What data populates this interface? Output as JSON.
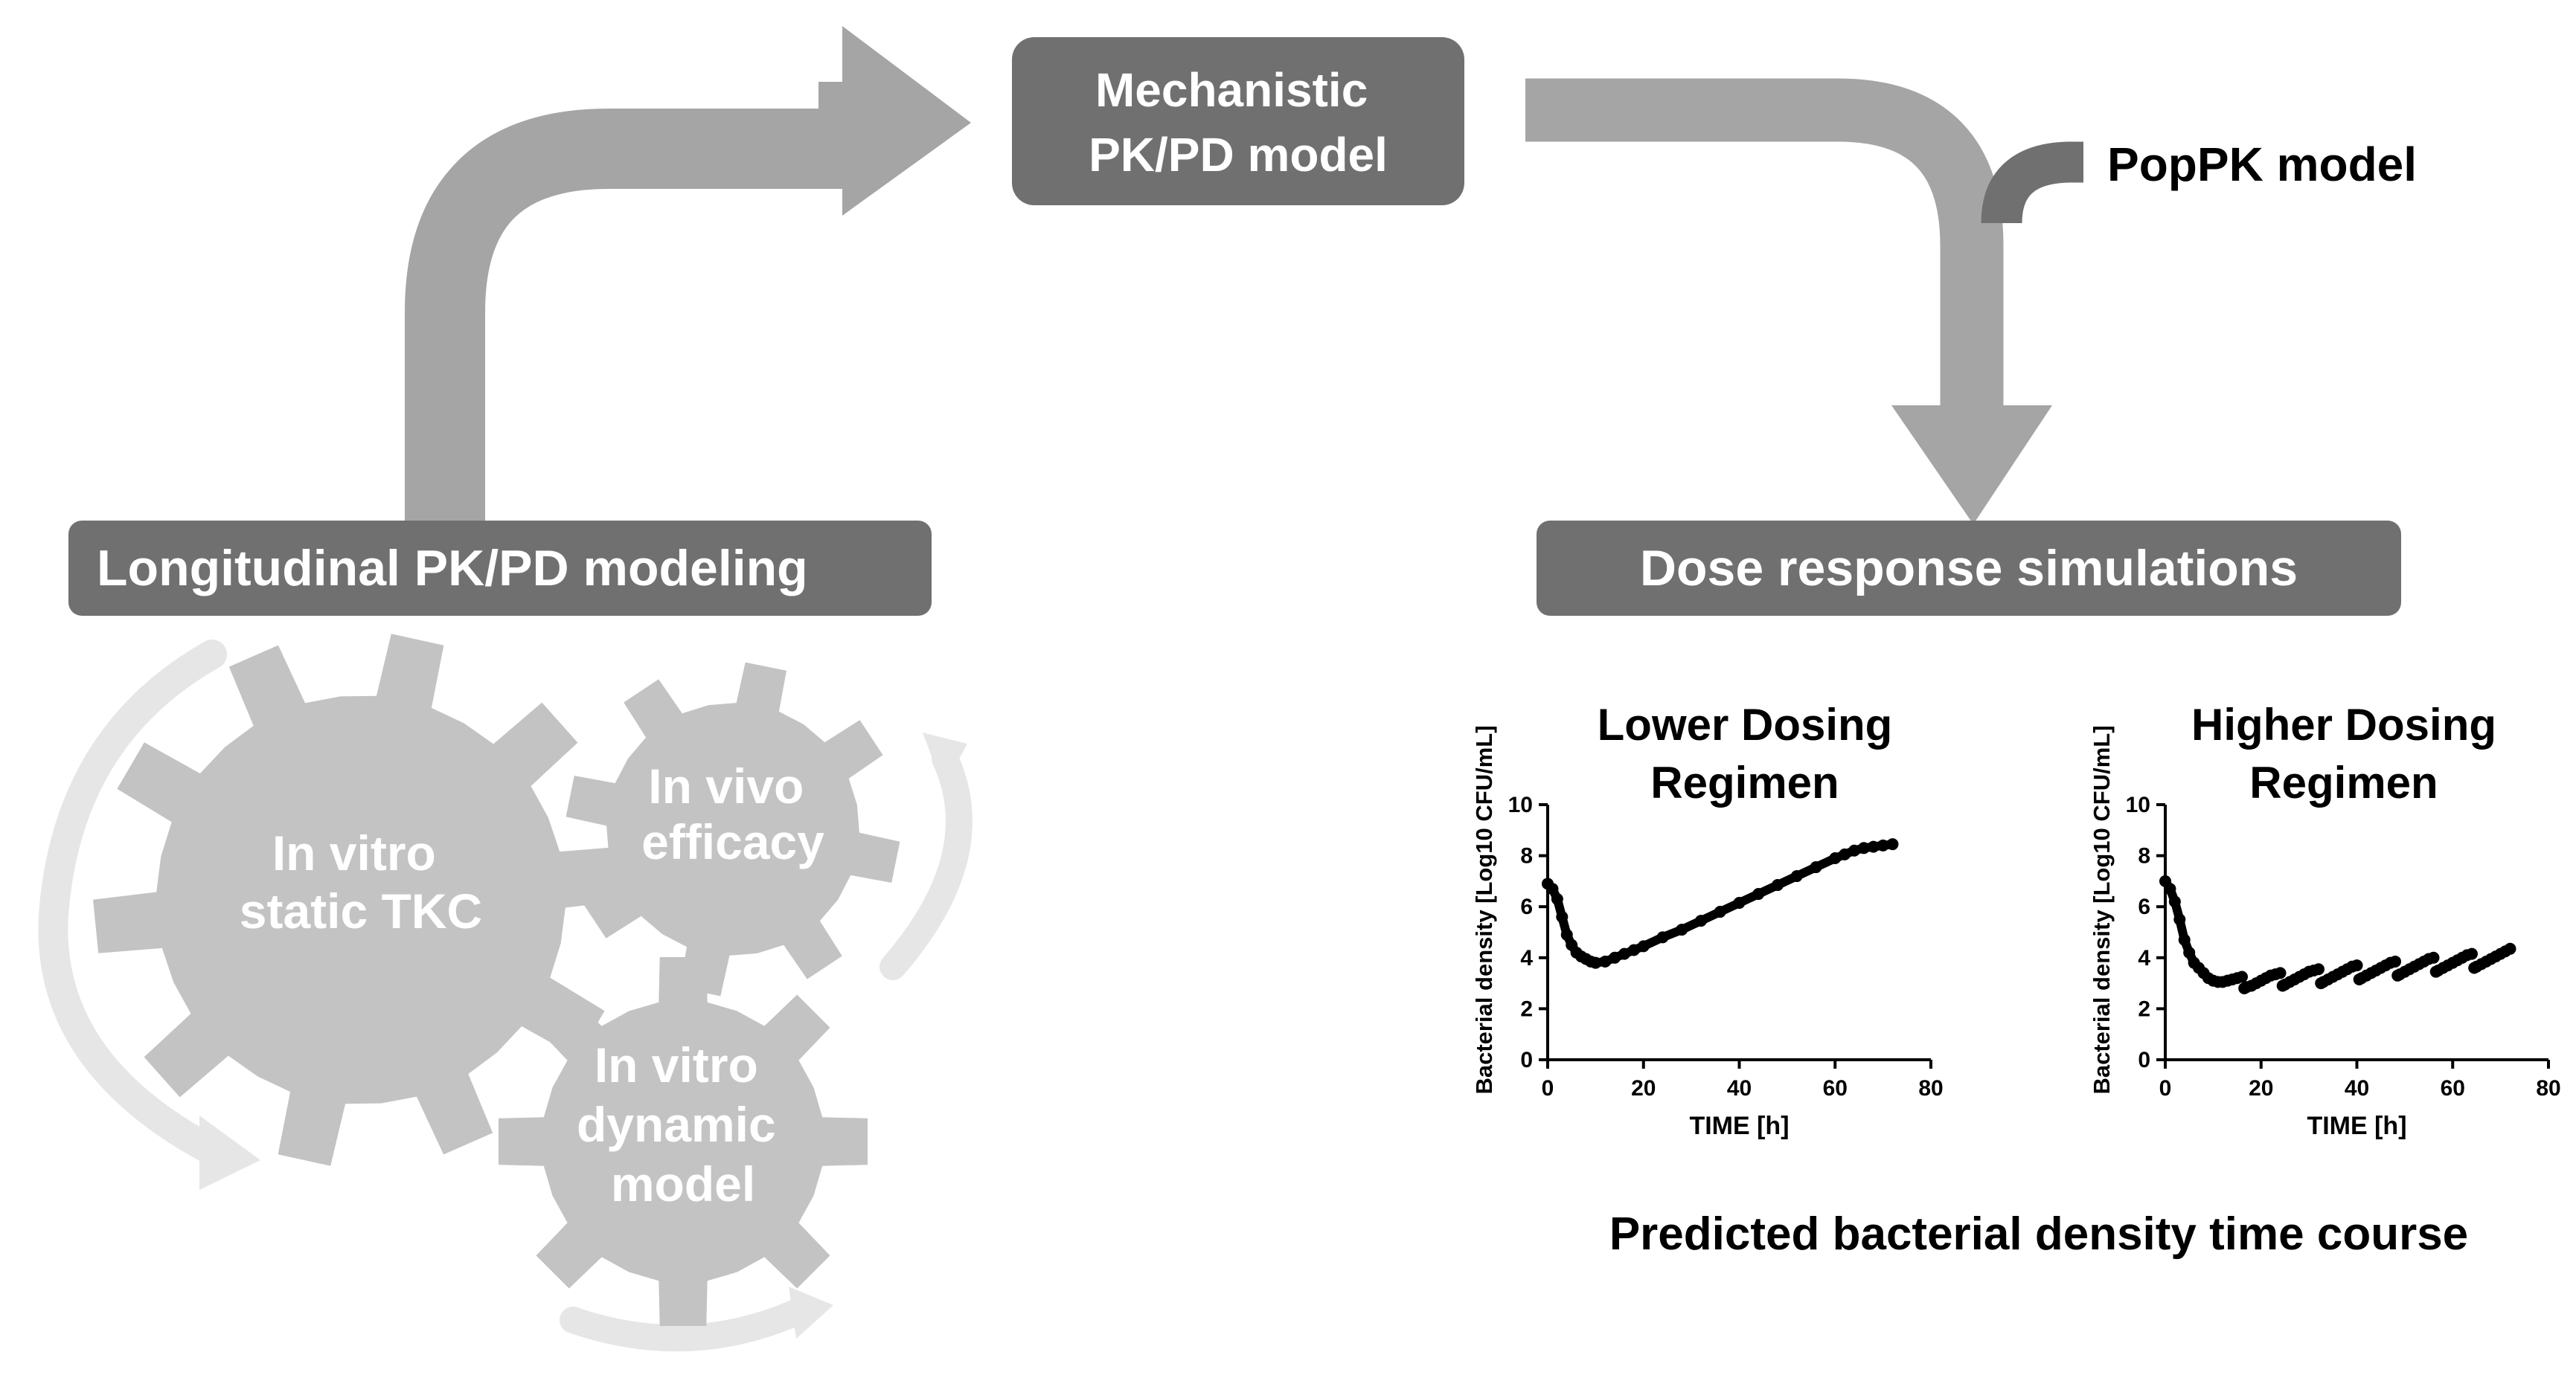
{
  "boxes": {
    "mechanistic": [
      "Mechanistic",
      "PK/PD model"
    ],
    "longitudinal": "Longitudinal PK/PD modeling",
    "dose_response": "Dose response simulations"
  },
  "side_label": "PopPK model",
  "gears": {
    "big": [
      "In vitro",
      "static TKC"
    ],
    "top_right": [
      "In vivo",
      "efficacy"
    ],
    "bottom": [
      "In vitro",
      "dynamic",
      "model"
    ]
  },
  "caption": "Predicted bacterial density time course",
  "colors": {
    "box_fill": "#707070",
    "arrow": "#a5a5a5",
    "gear": "#c3c3c3",
    "cycle_arrow": "#e8e8e8"
  },
  "chart_data": [
    {
      "type": "scatter",
      "title_lines": [
        "Lower Dosing",
        "Regimen"
      ],
      "xlabel": "TIME [h]",
      "ylabel": "Bacterial density [Log10 CFU/mL]",
      "xlim": [
        0,
        80
      ],
      "ylim": [
        0,
        10
      ],
      "xticks": [
        0,
        20,
        40,
        60,
        80
      ],
      "yticks": [
        0,
        2,
        4,
        6,
        8,
        10
      ],
      "x": [
        0,
        1,
        2,
        3,
        4,
        5,
        6,
        7,
        8,
        9,
        10,
        12,
        14,
        16,
        18,
        20,
        24,
        28,
        32,
        36,
        40,
        44,
        48,
        52,
        56,
        60,
        62,
        64,
        66,
        68,
        70,
        72
      ],
      "y": [
        6.9,
        6.7,
        6.3,
        5.6,
        4.9,
        4.5,
        4.2,
        4.05,
        3.95,
        3.85,
        3.8,
        3.85,
        4.0,
        4.15,
        4.3,
        4.45,
        4.8,
        5.1,
        5.45,
        5.8,
        6.15,
        6.5,
        6.85,
        7.2,
        7.55,
        7.9,
        8.05,
        8.2,
        8.3,
        8.35,
        8.4,
        8.45
      ]
    },
    {
      "type": "scatter",
      "title_lines": [
        "Higher Dosing",
        "Regimen"
      ],
      "xlabel": "TIME [h]",
      "ylabel": "Bacterial density [Log10 CFU/mL]",
      "xlim": [
        0,
        80
      ],
      "ylim": [
        0,
        10
      ],
      "xticks": [
        0,
        20,
        40,
        60,
        80
      ],
      "yticks": [
        0,
        2,
        4,
        6,
        8,
        10
      ],
      "x": [
        0,
        1,
        2,
        3,
        4,
        5,
        6,
        7,
        8,
        9,
        10,
        11,
        12,
        13,
        14,
        15,
        16,
        16.5,
        17,
        18,
        19,
        20,
        21,
        22,
        23,
        24,
        24.5,
        25,
        26,
        27,
        28,
        29,
        30,
        31,
        32,
        32.5,
        33,
        34,
        35,
        36,
        37,
        38,
        39,
        40,
        40.5,
        41,
        42,
        43,
        44,
        45,
        46,
        47,
        48,
        48.5,
        49,
        50,
        51,
        52,
        53,
        54,
        55,
        56,
        56.5,
        57,
        58,
        59,
        60,
        61,
        62,
        63,
        64,
        64.5,
        65,
        66,
        67,
        68,
        69,
        70,
        71,
        72
      ],
      "y": [
        7.0,
        6.7,
        6.2,
        5.5,
        4.7,
        4.2,
        3.8,
        3.6,
        3.4,
        3.2,
        3.1,
        3.05,
        3.05,
        3.1,
        3.15,
        3.2,
        3.25,
        2.8,
        2.85,
        2.9,
        3.0,
        3.1,
        3.2,
        3.3,
        3.35,
        3.4,
        2.9,
        2.95,
        3.05,
        3.15,
        3.25,
        3.35,
        3.45,
        3.5,
        3.55,
        3.0,
        3.05,
        3.15,
        3.25,
        3.35,
        3.45,
        3.55,
        3.65,
        3.7,
        3.15,
        3.2,
        3.3,
        3.4,
        3.5,
        3.6,
        3.7,
        3.8,
        3.85,
        3.3,
        3.35,
        3.45,
        3.55,
        3.65,
        3.75,
        3.85,
        3.95,
        4.0,
        3.45,
        3.5,
        3.6,
        3.7,
        3.8,
        3.9,
        4.0,
        4.1,
        4.15,
        3.6,
        3.65,
        3.75,
        3.85,
        3.95,
        4.05,
        4.15,
        4.25,
        4.35
      ]
    }
  ]
}
